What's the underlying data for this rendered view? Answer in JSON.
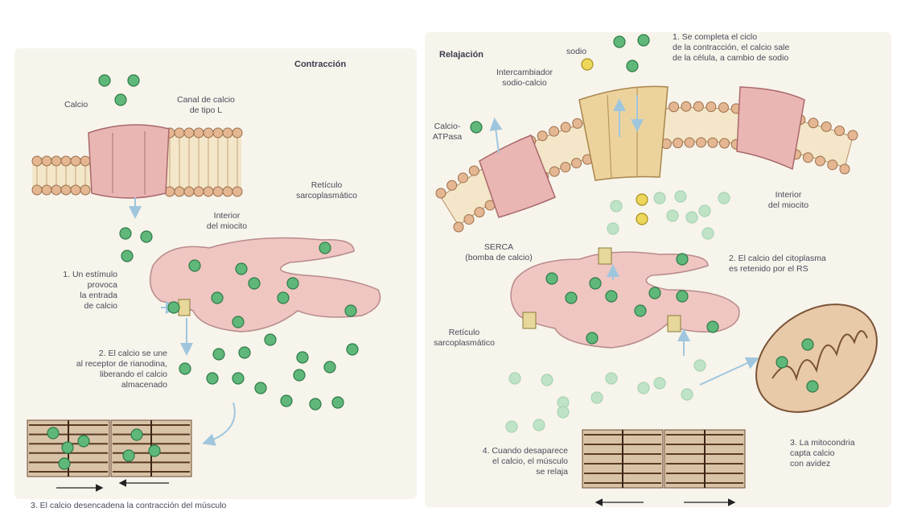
{
  "left_panel": {
    "title": "Contracción",
    "labels": {
      "calcium": "Calcio",
      "l_channel": "Canal de calcio\nde tipo L",
      "sr": "Retículo\nsarcoplasmático",
      "interior": "Interior\ndel miocito",
      "step1": "1. Un estímulo\nprovoca\nla entrada\nde calcio",
      "step2": "2. El calcio se une\nal receptor de rianodina,\nliberando el calcio\nalmacenado",
      "step3": "3. El calcio desencadena la contracción del músculo"
    }
  },
  "right_panel": {
    "title": "Relajación",
    "labels": {
      "sodium": "sodio",
      "exchanger": "Intercambiador\nsodio-calcio",
      "atpase": "Calcio-\nATPasa",
      "step1": "1. Se completa el ciclo\nde la contracción, el calcio sale\nde la célula, a cambio de sodio",
      "interior": "Interior\ndel miocito",
      "serca": "SERCA\n(bomba de calcio)",
      "step2": "2. El calcio del citoplasma\nes retenido por el RS",
      "sr": "Retículo\nsarcoplasmático",
      "step3": "3. La mitocondria\ncapta calcio\ncon avidez",
      "step4": "4. Cuando desaparece\nel calcio, el músculo\nse relaja"
    }
  },
  "colors": {
    "panel": "#f7f4ec",
    "calcium": "#5fb87a",
    "calcium_light": "#bfe3c6",
    "sodium": "#ecd75a",
    "membrane_head": "#e4b792",
    "channel": "#e9b6b4",
    "exchanger": "#ecd39e",
    "reticulum": "#efc6c2",
    "arrow": "#9fc6dd"
  }
}
